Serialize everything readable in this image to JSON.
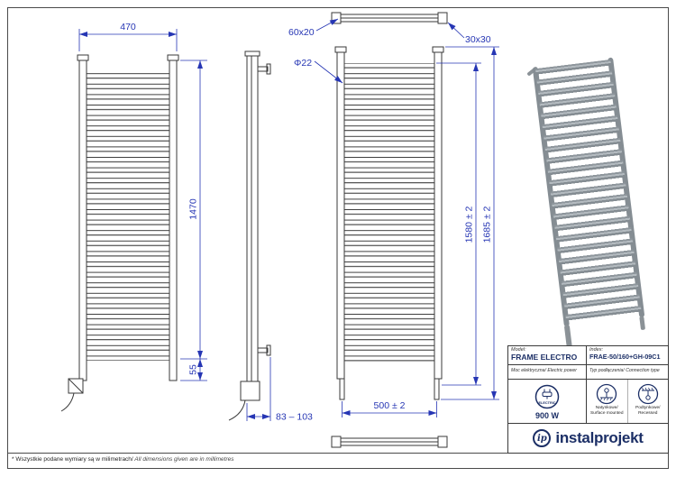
{
  "dims": {
    "width_top": "470",
    "height_body": "1470",
    "height_bottom": "55",
    "depth_range": "83 – 103",
    "tube_profile": "60x20",
    "pipe_diameter": "Φ22",
    "collector_profile": "30x30",
    "mount_height": "1580 ± 2",
    "total_height": "1685 ± 2",
    "bottom_width": "500 ± 2"
  },
  "titleblock": {
    "model_label": "Model:",
    "model_value": "FRAME ELECTRO",
    "index_label": "Index:",
    "index_value": "FRAE-50/160+GH-09C1",
    "power_label": "Moc elektryczna/ Electric power",
    "connection_label": "Typ podłączenia/ Connection type",
    "electric_badge": "ELECTRIC",
    "power_value": "900 W",
    "surface_label": "Natynkowe/\nSurface mounted",
    "recessed_label": "Podtynkowe/\nRecessed",
    "brand_mark": "ip",
    "brand": "instalprojekt"
  },
  "footnote": {
    "pl": "* Wszystkie podane wymiary są w milimetrach/",
    "en": " All dimensions given are in millimetres"
  },
  "colors": {
    "dimension_blue": "#2636b4",
    "line_dark": "#3a3a3a",
    "brand_navy": "#1c2f66",
    "render_gray": "#9aa1a7"
  }
}
